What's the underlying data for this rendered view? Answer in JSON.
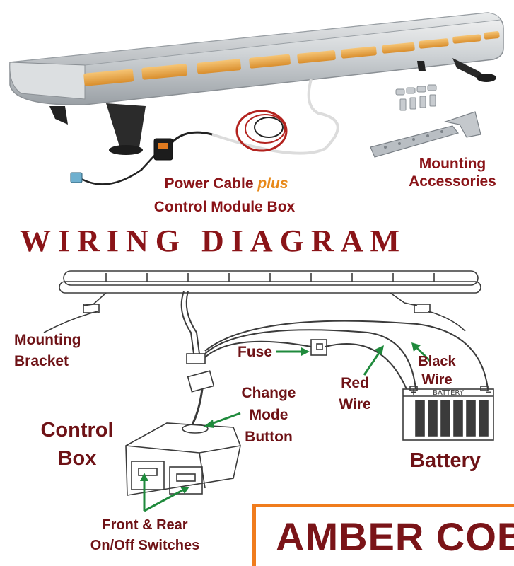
{
  "photo": {
    "power_cable_label": "Power Cable",
    "plus_label": "plus",
    "control_module_label": "Control Module Box",
    "mounting_label_line1": "Mounting",
    "mounting_label_line2": "Accessories"
  },
  "diagram": {
    "title": "WIRING DIAGRAM",
    "mounting_bracket_line1": "Mounting",
    "mounting_bracket_line2": "Bracket",
    "fuse": "Fuse",
    "change_line1": "Change",
    "change_line2": "Mode",
    "change_line3": "Button",
    "red_wire_line1": "Red",
    "red_wire_line2": "Wire",
    "black_wire_line1": "Black",
    "black_wire_line2": "Wire",
    "control_box_line1": "Control",
    "control_box_line2": "Box",
    "battery": "Battery",
    "battery_case_label": "BATTERY",
    "switches_line1": "Front & Rear",
    "switches_line2": "On/Off Switches"
  },
  "banner": {
    "text": "AMBER COB"
  },
  "colors": {
    "label_red": "#7a1418",
    "plus_orange": "#e8891a",
    "arrow_green": "#1f8a3c",
    "banner_orange": "#f07c1d",
    "led_amber": "#e9a23b"
  }
}
